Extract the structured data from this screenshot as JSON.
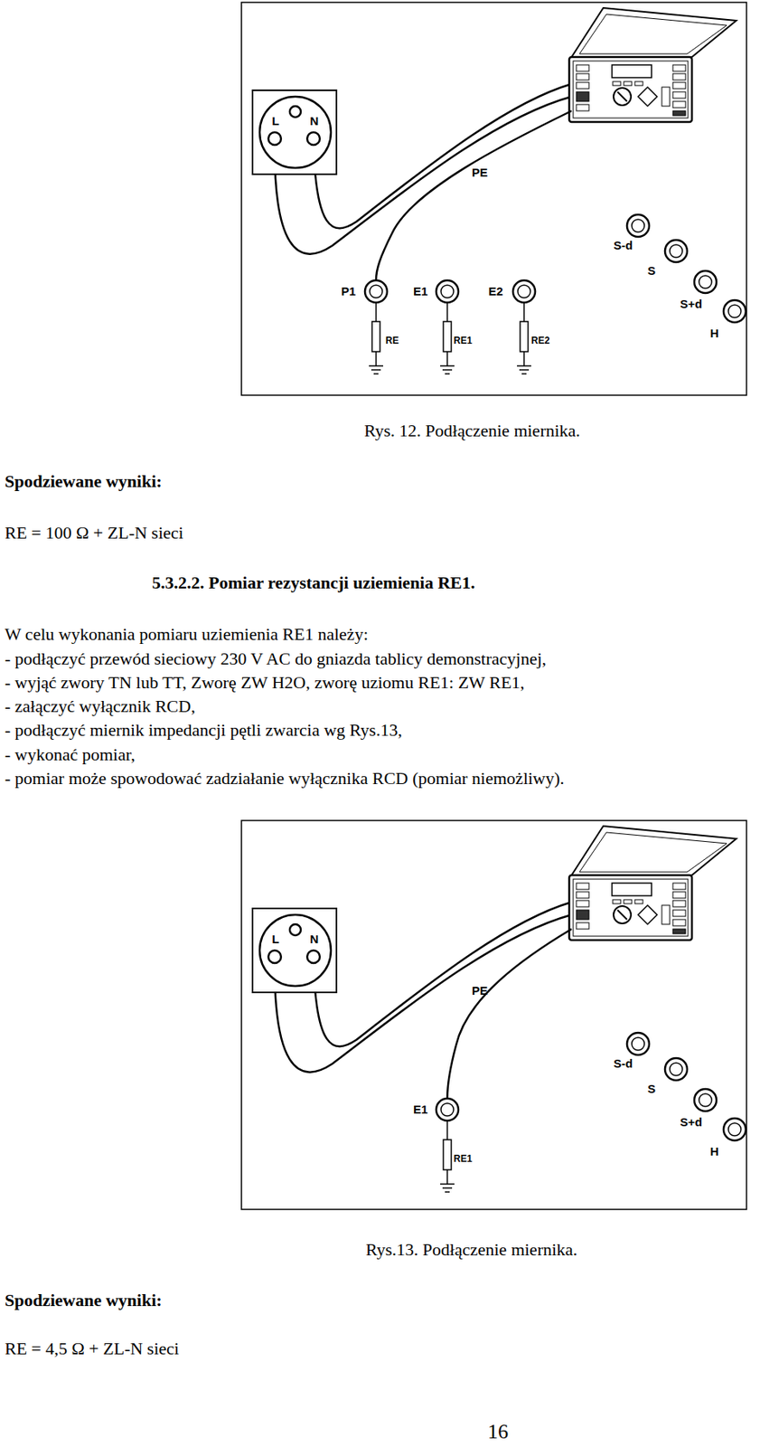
{
  "diagram": {
    "title": "5.3.2.2. Pomiar rezystancji uziemienia RE1.",
    "nodes": [
      {
        "text": [
          "L",
          "N"
        ]
      },
      {
        "text": [
          "L",
          "N"
        ]
      }
    ],
    "labels": [
      "PE",
      "P1",
      "E1",
      "E2",
      "RE",
      "RE1",
      "RE2",
      "S-d",
      "S",
      "S+d",
      "H",
      "Rys. 12. Podłączenie miernika.",
      "Spodziewane wyniki:",
      "RE = 100 Ω + ZL-N sieci",
      "W celu wykonania pomiaru uziemienia RE1 należy:",
      "- podłączyć przewód sieciowy 230 V AC do gniazda tablicy demonstracyjnej,",
      "- wyjąć zwory TN lub TT, Zworę ZW H2O, zworę uziomu RE1: ZW RE1,",
      "- załączyć wyłącznik RCD,",
      "- podłączyć miernik impedancji pętli zwarcia wg Rys.13,",
      "- wykonać pomiar,",
      "- pomiar może spowodować zadziałanie wyłącznika RCD (pomiar niemożliwy).",
      "PE",
      "E1",
      "RE1",
      "S-d",
      "S",
      "S+d",
      "H",
      "Rys.13. Podłączenie miernika.",
      "Spodziewane wyniki:",
      "RE = 4,5 Ω + ZL-N sieci",
      "16"
    ]
  }
}
